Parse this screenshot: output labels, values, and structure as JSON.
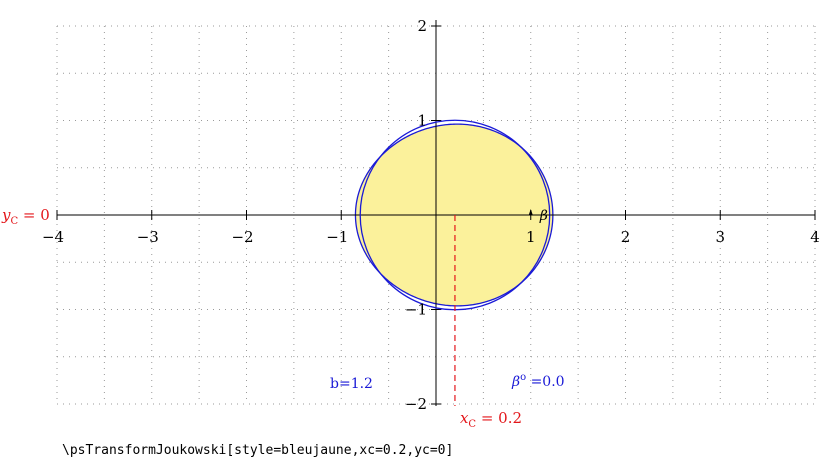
{
  "figure": {
    "x_ticks": [
      "−4",
      "−3",
      "−2",
      "−1",
      "1",
      "2",
      "3",
      "4"
    ],
    "y_ticks": [
      "2",
      "1",
      "−1",
      "−2"
    ],
    "yc_label": "y",
    "yc_sub": "C",
    "yc_value": " = 0",
    "xc_label": "x",
    "xc_sub": "C",
    "xc_value": " = 0.2",
    "b_label": "b=1.2",
    "beta_value_label": "β",
    "beta_value_sup": "o",
    "beta_value_text": " =0.0",
    "beta_marker": "β"
  },
  "caption": "\\psTransformJoukowski[style=bleujaune,xc=0.2,yc=0]",
  "colors": {
    "airfoil_fill": "#fbf19b",
    "circle_stroke": "#1a1ad6",
    "center_marker": "#e3161a",
    "grid": "#9a9a9a"
  },
  "chart_data": {
    "type": "diagram",
    "x_range": [
      -4,
      4
    ],
    "y_range": [
      -2,
      2
    ],
    "xc": 0.2,
    "yc": 0,
    "b": 1.2,
    "beta_deg": 0.0,
    "grid": true
  }
}
